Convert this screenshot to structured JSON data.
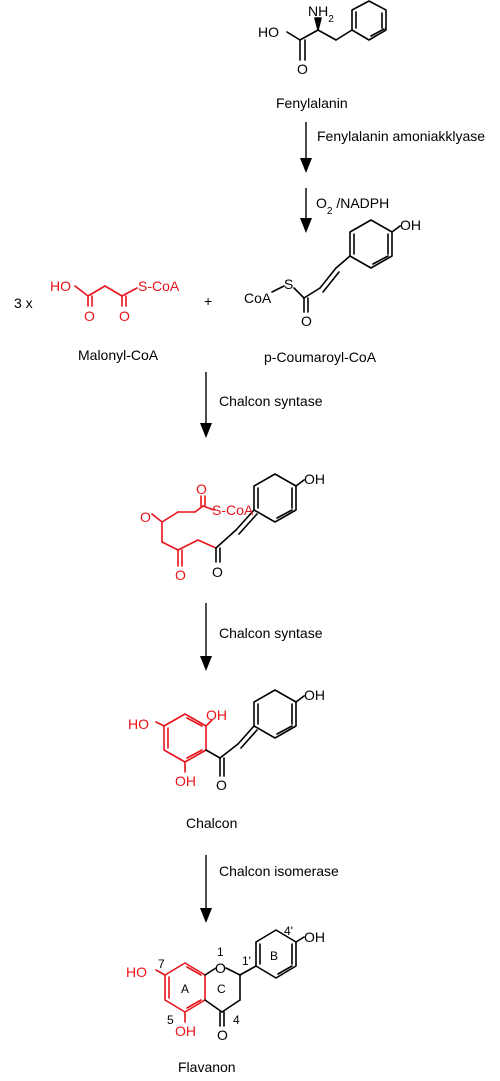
{
  "molecules": {
    "phenylalanine": {
      "name": "Fenylalanin",
      "nh2": "NH2",
      "ho": "HO",
      "o": "O"
    },
    "malonyl": {
      "multiplier": "3 x",
      "ho": "HO",
      "scoa": "S-CoA",
      "o1": "O",
      "o2": "O",
      "name": "Malonyl-CoA"
    },
    "plus": "+",
    "coumaroyl": {
      "coa": "CoA",
      "s": "S",
      "o": "O",
      "oh": "OH",
      "name": "p-Coumaroyl-CoA"
    },
    "intermediate": {
      "scoa": "S-CoA",
      "oh": "OH",
      "o1": "O",
      "o2": "O",
      "o3": "O",
      "o4": "O"
    },
    "chalcone": {
      "name": "Chalcon",
      "ho1": "HO",
      "oh2": "OH",
      "oh3": "OH",
      "oh4": "OH",
      "o": "O"
    },
    "flavanone": {
      "name": "Flavanon",
      "ho": "HO",
      "oh": "OH",
      "o_ring": "O",
      "o_keto": "O",
      "oh_bottom": "OH",
      "ring_a": "A",
      "ring_b": "B",
      "ring_c": "C",
      "n1": "1",
      "n4": "4",
      "n5": "5",
      "n7": "7",
      "n1p": "1'",
      "n4p": "4'"
    }
  },
  "steps": [
    {
      "label": "Fenylalanin amoniakklyase"
    },
    {
      "label": "O2 /NADPH"
    },
    {
      "label": "Chalcon syntase"
    },
    {
      "label": "Chalcon syntase"
    },
    {
      "label": "Chalcon isomerase"
    }
  ],
  "colors": {
    "highlight": "#e8131a",
    "default": "#000000"
  }
}
